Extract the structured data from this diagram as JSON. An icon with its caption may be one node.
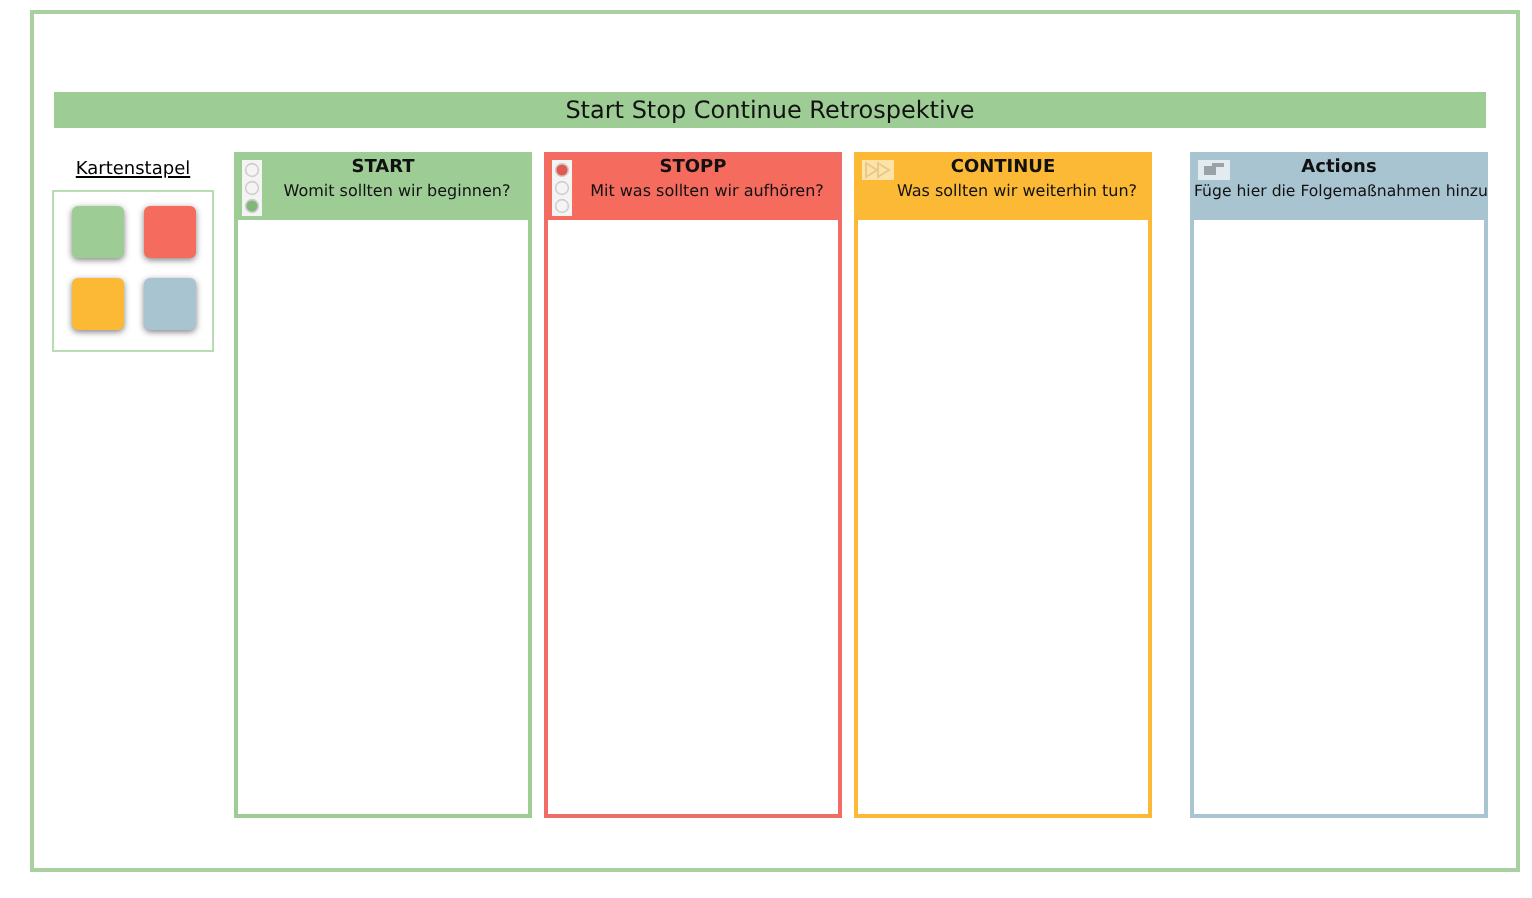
{
  "diagram": {
    "title": "Start Stop Continue Retrospektive",
    "nodes": [
      {
        "text": [
          "Kartenstapel"
        ]
      },
      {
        "text": [],
        "shape": "box",
        "in": 0
      },
      {
        "text": [],
        "shape": "box",
        "in": 0
      },
      {
        "text": [],
        "shape": "box",
        "in": 0
      },
      {
        "text": [],
        "shape": "box",
        "in": 0
      },
      {
        "text": [
          "START",
          "Womit sollten wir beginnen?"
        ]
      },
      {
        "text": [
          "STOPP",
          "Mit was sollten wir aufhören?"
        ]
      },
      {
        "text": [
          "CONTINUE",
          "Was sollten wir weiterhin tun?"
        ]
      },
      {
        "text": [
          "Actions",
          "Füge hier die Folgemaßnahmen hinzu"
        ]
      }
    ],
    "edges": []
  }
}
